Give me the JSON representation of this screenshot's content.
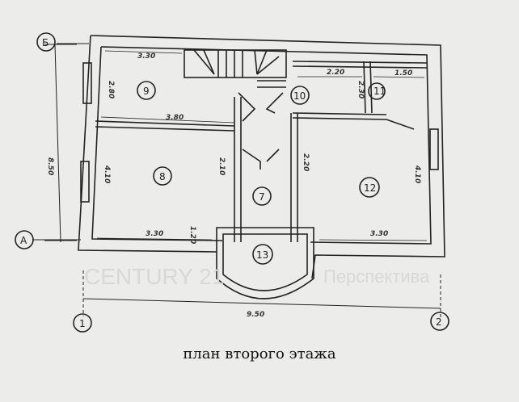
{
  "caption": "план второго этажа",
  "watermark": {
    "line1": "CENTURY 21",
    "line2": "Перспектива"
  },
  "axes": {
    "top": "Б",
    "bottom": "А",
    "left": "1",
    "right": "2"
  },
  "overall": {
    "width": "9.50",
    "height": "8.50"
  },
  "rooms": [
    {
      "number": "9",
      "dims": [
        "3.30",
        "2.80",
        "3.80"
      ]
    },
    {
      "number": "10",
      "dims": [
        "2.20",
        "2.30"
      ]
    },
    {
      "number": "11",
      "dims": [
        "1.50"
      ]
    },
    {
      "number": "8",
      "dims": [
        "4.10",
        "3.30",
        "1.20"
      ]
    },
    {
      "number": "7",
      "dims": [
        "2.10",
        "2.20"
      ]
    },
    {
      "number": "12",
      "dims": [
        "4.10",
        "3.30"
      ]
    },
    {
      "number": "13",
      "dims": []
    }
  ]
}
